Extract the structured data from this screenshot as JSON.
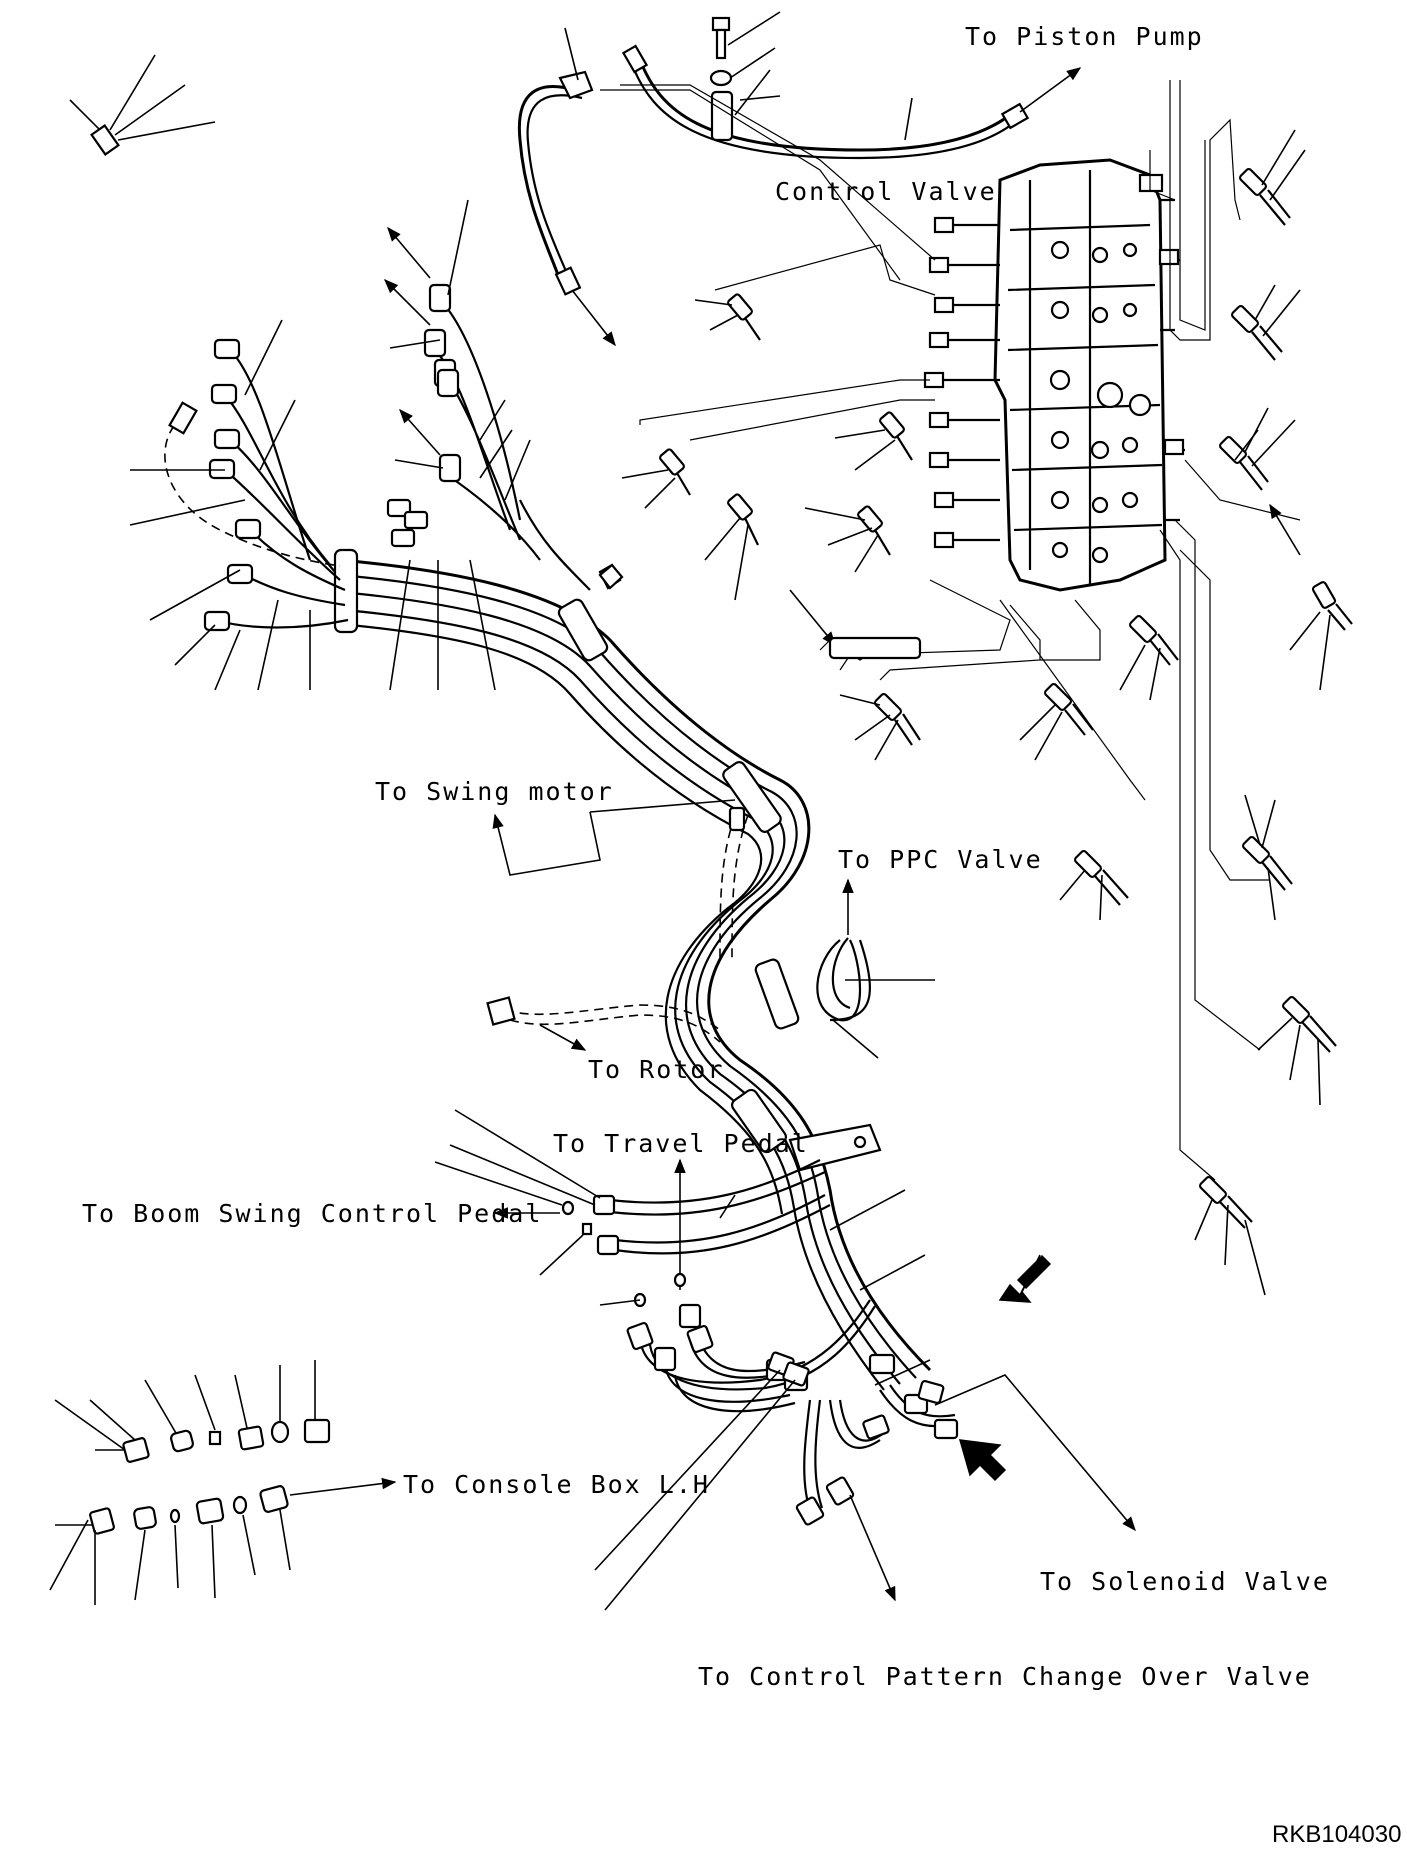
{
  "labels": {
    "to_piston_pump": "To Piston Pump",
    "control_valve": "Control Valve",
    "to_swing_motor": "To Swing motor",
    "to_ppc_valve": "To PPC Valve",
    "to_rotor": "To Rotor",
    "to_travel_pedal": "To Travel Pedal",
    "to_boom_swing_control_pedal": "To Boom Swing Control Pedal",
    "to_console_box_lh": "To Console Box L.H",
    "to_solenoid_valve": "To Solenoid Valve",
    "to_control_pattern_change_over_valve": "To Control Pattern Change Over Valve"
  },
  "drawing_ref": "RKB104030"
}
